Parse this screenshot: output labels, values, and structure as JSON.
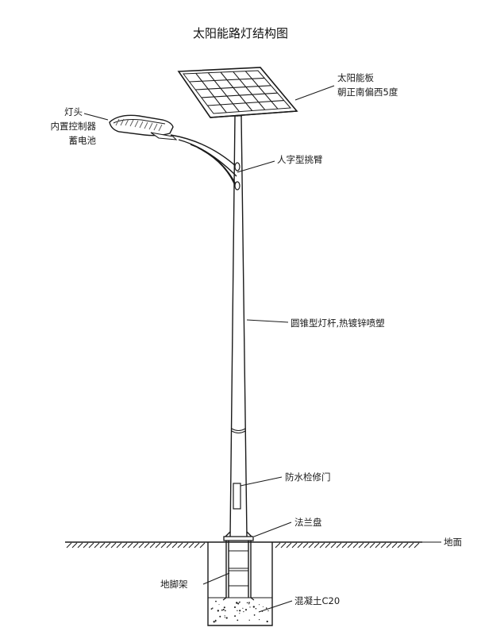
{
  "title": "太阳能路灯结构图",
  "labels": {
    "solar_panel_1": "太阳能板",
    "solar_panel_2": "朝正南偏西5度",
    "lamp_head_1": "灯头",
    "lamp_head_2": "内置控制器",
    "lamp_head_3": "蓄电池",
    "arm": "人字型挑臂",
    "pole": "圆锥型灯杆,热镀锌喷塑",
    "door": "防水检修门",
    "flange": "法兰盘",
    "ground": "地面",
    "anchor": "地脚架",
    "concrete": "混凝土C20"
  }
}
